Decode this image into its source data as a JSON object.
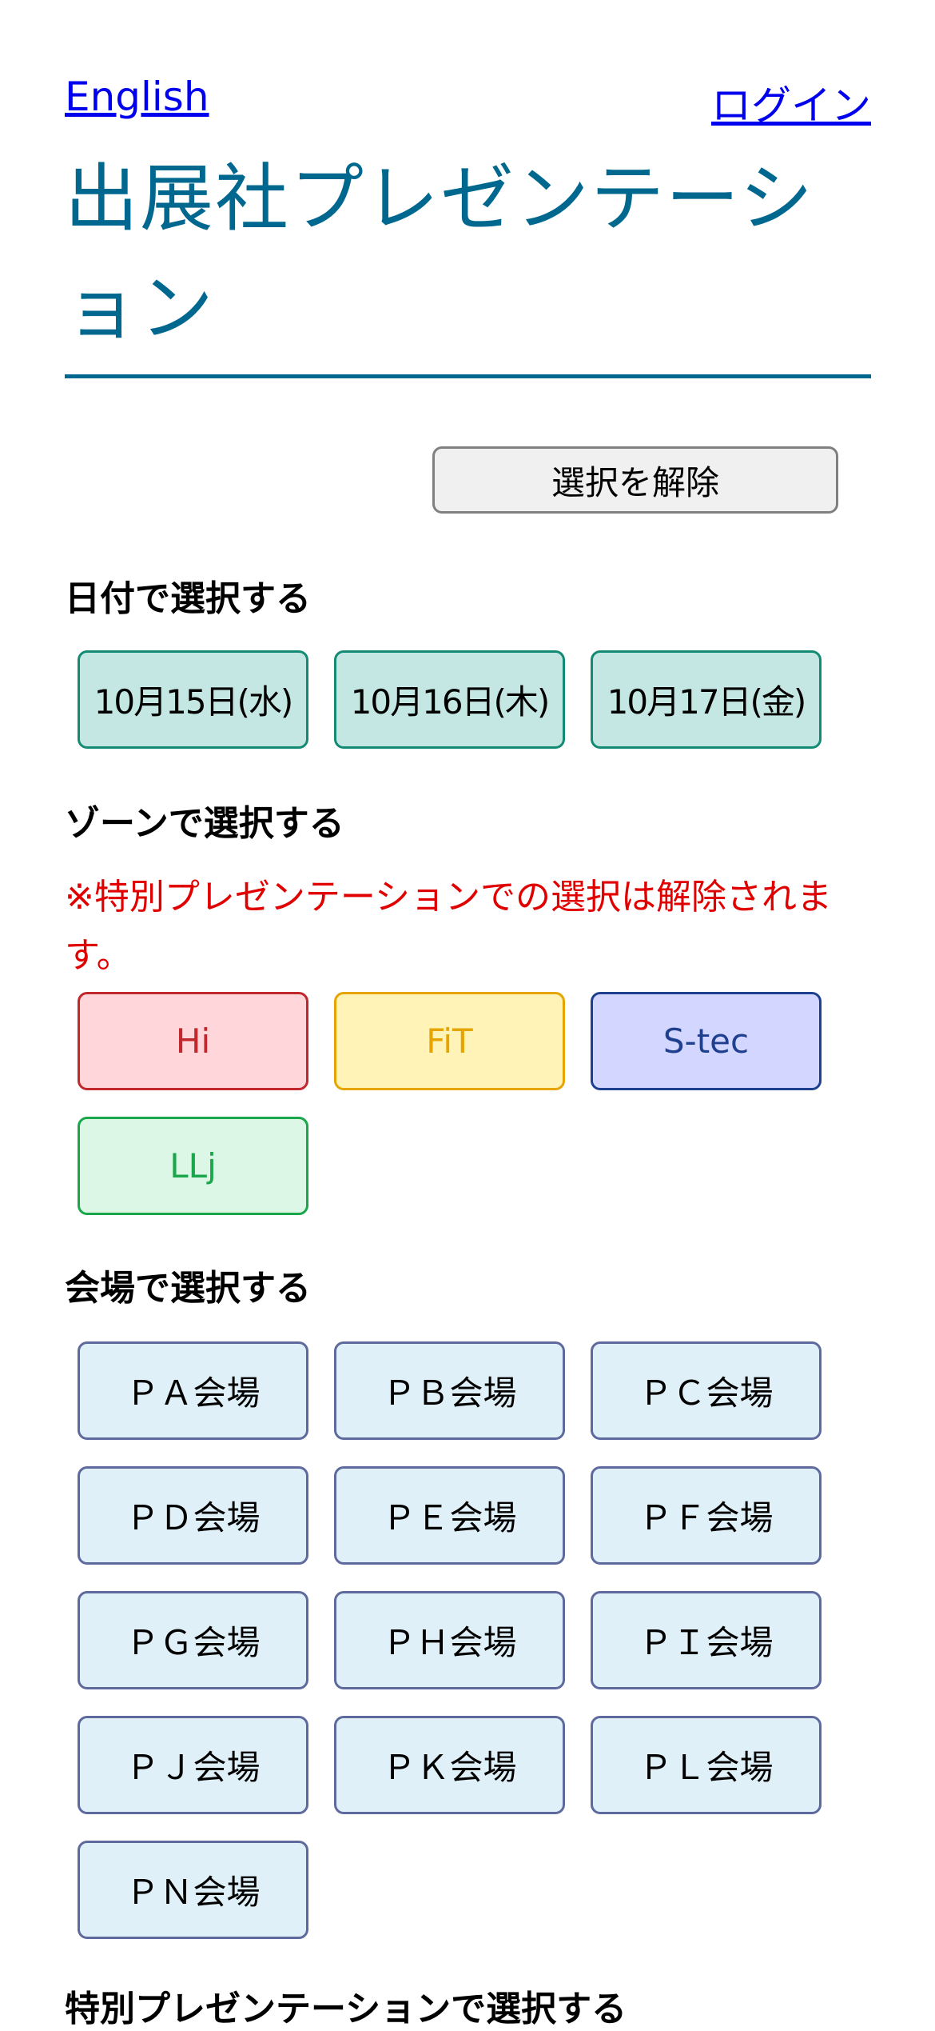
{
  "header": {
    "english_link": "English",
    "login_link": "ログイン",
    "title": "出展社プレゼンテーション"
  },
  "clear_button": "選択を解除",
  "date_section": {
    "heading": "日付で選択する",
    "dates": [
      "10月15日(水)",
      "10月16日(木)",
      "10月17日(金)"
    ]
  },
  "zone_section": {
    "heading": "ゾーンで選択する",
    "note": "※特別プレゼンテーションでの選択は解除されます。",
    "zones": [
      {
        "label": "Hi",
        "bg": "#ffd6d9",
        "color": "#c0282d"
      },
      {
        "label": "FiT",
        "bg": "#fff3b8",
        "color": "#e6a400"
      },
      {
        "label": "S-tec",
        "bg": "#d3d6ff",
        "color": "#1f3f8f"
      },
      {
        "label": "LLj",
        "bg": "#dcf7e6",
        "color": "#1aa64b"
      }
    ]
  },
  "venue_section": {
    "heading": "会場で選択する",
    "venues": [
      "ＰＡ会場",
      "ＰＢ会場",
      "ＰＣ会場",
      "ＰＤ会場",
      "ＰＥ会場",
      "ＰＦ会場",
      "ＰＧ会場",
      "ＰＨ会場",
      "ＰＩ会場",
      "ＰＪ会場",
      "ＰＫ会場",
      "ＰＬ会場",
      "ＰＮ会場"
    ]
  },
  "special_section": {
    "heading": "特別プレゼンテーションで選択する"
  }
}
